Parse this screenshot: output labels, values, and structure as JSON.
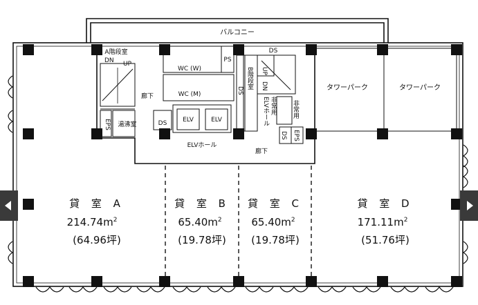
{
  "plan": {
    "balcony": "バルコニー",
    "stair_a": "A階段室",
    "stair_b": "B階段室",
    "dn": "DN",
    "up": "UP",
    "ds": "DS",
    "ps": "PS",
    "eps": "EPS",
    "wc_w": "WC (W)",
    "wc_m": "WC (M)",
    "corridor": "廊下",
    "kitchen": "湯沸室",
    "elv": "ELV",
    "elv_hall": "ELVホール",
    "elv_hall_v": "ELVホール",
    "emergency": "非常用",
    "tower_park": "タワーパーク"
  },
  "rooms": [
    {
      "title": "貸 室 A",
      "area": "214.74",
      "unit": "m",
      "sup": "2",
      "tsubo": "(64.96坪)"
    },
    {
      "title": "貸 室 B",
      "area": "65.40",
      "unit": "m",
      "sup": "2",
      "tsubo": "(19.78坪)"
    },
    {
      "title": "貸 室 C",
      "area": "65.40",
      "unit": "m",
      "sup": "2",
      "tsubo": "(19.78坪)"
    },
    {
      "title": "貸 室 D",
      "area": "171.11",
      "unit": "m",
      "sup": "2",
      "tsubo": "(51.76坪)"
    }
  ],
  "nav": {
    "prev": "previous",
    "next": "next"
  }
}
